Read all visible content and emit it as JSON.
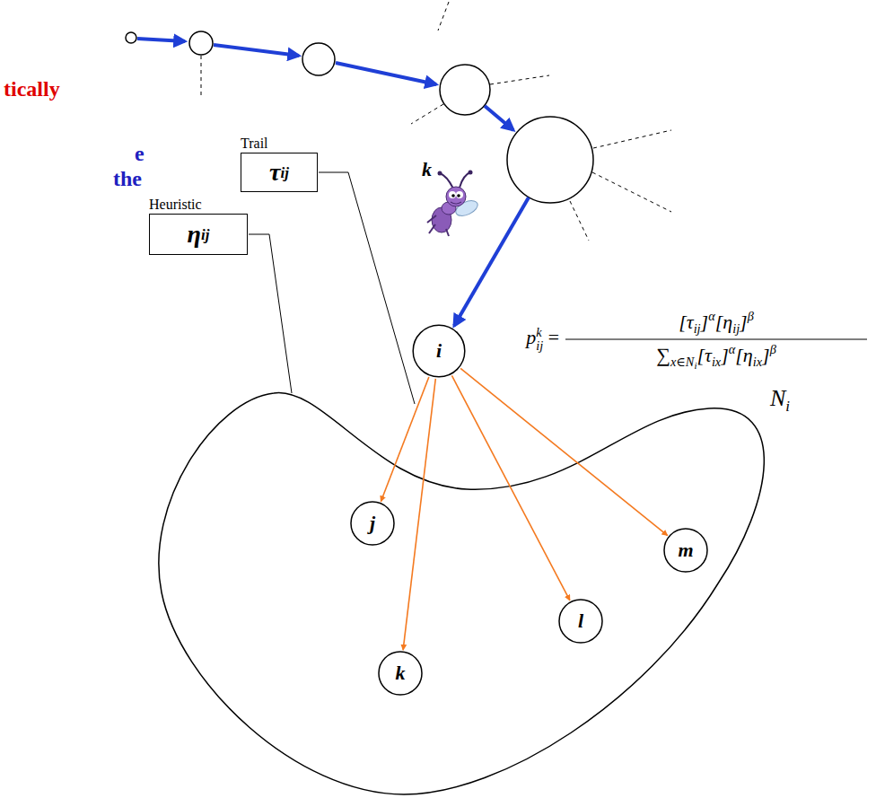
{
  "diagram": {
    "nodes": [
      {
        "text": [
          "Trail",
          "τ",
          "ij"
        ]
      },
      {
        "text": [
          "Heuristic",
          "η",
          "ij"
        ]
      },
      {
        "text": [
          "i"
        ]
      },
      {
        "text": [
          "j"
        ]
      },
      {
        "text": [
          "k"
        ]
      },
      {
        "text": [
          "l"
        ]
      },
      {
        "text": [
          "m"
        ]
      }
    ],
    "edges": [
      {
        "from": 2,
        "to": 3,
        "arrow": "to"
      },
      {
        "from": 2,
        "to": 4,
        "arrow": "to"
      },
      {
        "from": 2,
        "to": 5,
        "arrow": "to"
      },
      {
        "from": 2,
        "to": 6,
        "arrow": "to"
      }
    ],
    "labels": [
      "tically",
      "e",
      "the",
      "k",
      "p",
      "k",
      "ij",
      "=",
      "[τ",
      "ij",
      "]",
      "α",
      "[η",
      "ij",
      "]",
      "β",
      "∑",
      "x∈N",
      "i",
      "[τ",
      "ix",
      "]",
      "α",
      "[η",
      "ix",
      "]",
      "β",
      "N",
      "i"
    ]
  }
}
